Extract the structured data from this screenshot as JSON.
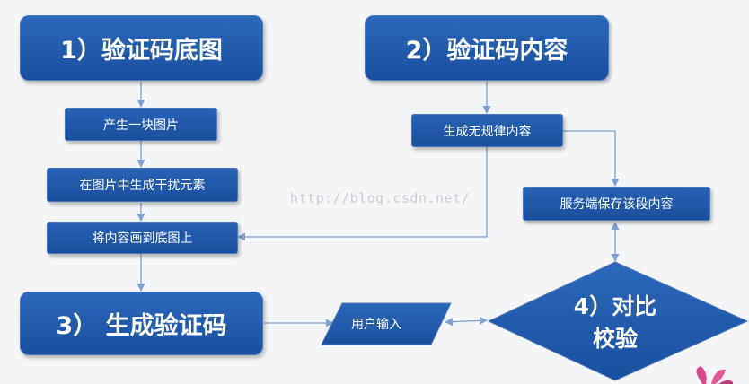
{
  "nodes": {
    "verification_image": "1）验证码底图",
    "verification_content": "2）验证码内容",
    "generate_code": "3） 生成验证码",
    "compare": [
      "4）对比",
      "校验"
    ],
    "create_picture": "产生一块图片",
    "add_noise": "在图片中生成干扰元素",
    "draw_content": "将内容画到底图上",
    "generate_random": "生成无规律内容",
    "server_save": "服务端保存该段内容",
    "user_input": "用户输入"
  },
  "watermark": "http://blog.csdn.net/",
  "colors": {
    "box_fill": "#1f57a8",
    "box_border": "#4a78b8",
    "line": "#7fa1cf",
    "background": "#f4f5f7"
  }
}
